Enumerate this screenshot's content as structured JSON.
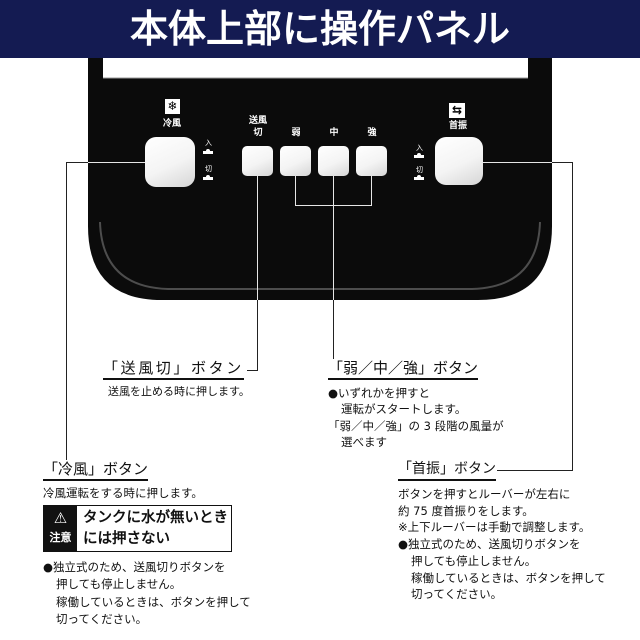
{
  "banner": {
    "title": "本体上部に操作パネル"
  },
  "colors": {
    "banner": "#141b52",
    "panel": "#0b0b0b",
    "button": "#ffffff",
    "text": "#111111"
  },
  "panel": {
    "cool": {
      "label": "冷風",
      "icon": "snowflake-icon",
      "indicator_on": "入",
      "indicator_off": "切"
    },
    "fan_off": {
      "label_line1": "送風",
      "label_line2": "切"
    },
    "speeds": [
      "弱",
      "中",
      "強"
    ],
    "swing": {
      "label": "首振",
      "icon": "swing-arrows-icon",
      "indicator_on": "入",
      "indicator_off": "切"
    }
  },
  "callouts": {
    "fan_off": {
      "heading": "「送風切」ボタン",
      "lines": [
        "送風を止める時に押します。"
      ]
    },
    "speed": {
      "heading": "「弱／中／強」ボタン",
      "lines": [
        "●いずれかを押すと",
        "運転がスタートします。",
        "「弱／中／強」の 3 段階の風量が",
        "選べます"
      ]
    },
    "cool": {
      "heading": "「冷風」ボタン",
      "lines": [
        "冷風運転をする時に押します。"
      ],
      "caution": {
        "icon": "warning-icon",
        "label": "注意",
        "text_line1": "タンクに水が無いとき",
        "text_line2": "には押さない"
      },
      "notes": [
        "●独立式のため、送風切りボタンを",
        "押しても停止しません。",
        "稼働しているときは、ボタンを押して",
        "切ってください。"
      ]
    },
    "swing": {
      "heading": "「首振」ボタン",
      "lines": [
        "ボタンを押すとルーバーが左右に",
        "約 75 度首振りをします。",
        "※上下ルーバーは手動で調整します。",
        "●独立式のため、送風切りボタンを",
        "押しても停止しません。",
        "稼働しているときは、ボタンを押して",
        "切ってください。"
      ]
    }
  }
}
